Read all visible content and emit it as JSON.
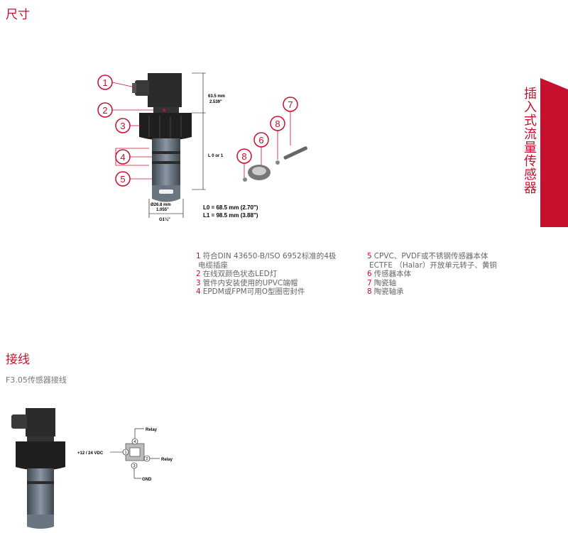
{
  "sections": {
    "dimensions_title": "尺寸",
    "wiring_title": "接线",
    "wiring_subtitle": "F3.05传感器接线"
  },
  "side_tab": {
    "text": "插入式流量传感器",
    "color": "#c8102e"
  },
  "diagram_dim": {
    "callouts": [
      "1",
      "2",
      "3",
      "4",
      "5",
      "6",
      "7",
      "8",
      "8"
    ],
    "height_mm": "63.5 mm",
    "height_in": "2.539\"",
    "length_label": "L 0 or 1",
    "diameter_mm": "Ø26.8 mm",
    "diameter_in": "1.055\"",
    "thread": "G1¼\"",
    "l0": "L0 = 68.5 mm (2.70\")",
    "l1": "L1 = 98.5 mm (3.88\")"
  },
  "legend": {
    "left": [
      {
        "num": "1",
        "text": "符合DIN 43650-B/ISO 6952标准的4极"
      },
      {
        "num": "",
        "text": "电缆插座"
      },
      {
        "num": "2",
        "text": "在线双颜色状态LED灯"
      },
      {
        "num": "3",
        "text": "管件内安装使用的UPVC端帽"
      },
      {
        "num": "4",
        "text": "EPDM或FPM可用O型圈密封件"
      }
    ],
    "right": [
      {
        "num": "5",
        "text": "CPVC、PVDF或不锈钢传感器本体"
      },
      {
        "num": "",
        "text": "ECTFE （Halar）开放单元转子、黄铜"
      },
      {
        "num": "6",
        "text": "传感器本体"
      },
      {
        "num": "7",
        "text": "陶瓷轴"
      },
      {
        "num": "8",
        "text": "陶瓷轴承"
      }
    ]
  },
  "wiring": {
    "relay_top": "Relay",
    "relay_right": "Relay",
    "gnd": "GND",
    "supply": "+12 / 24 VDC",
    "pins": [
      "4",
      "1",
      "2",
      "3"
    ]
  },
  "colors": {
    "accent": "#c8102e",
    "sensor_dark": "#2b2b2b",
    "sensor_mid": "#6a7580"
  }
}
